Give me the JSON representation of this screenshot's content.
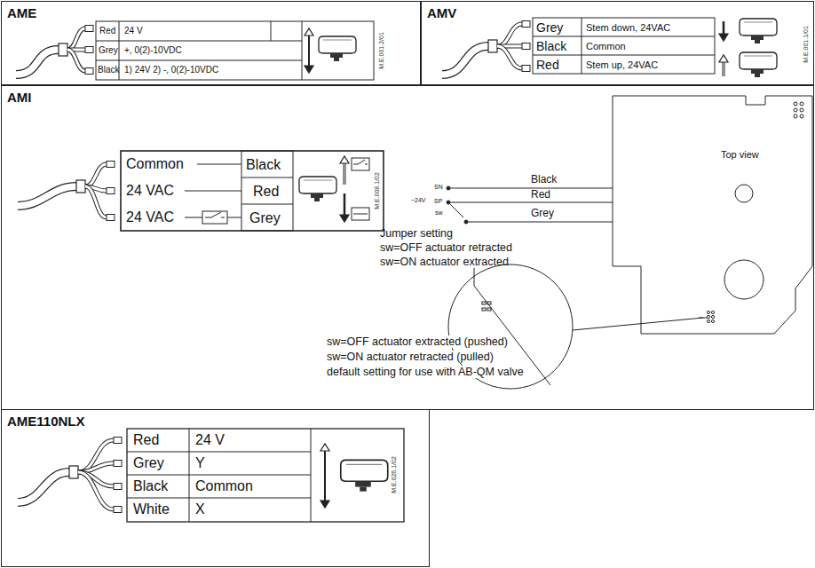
{
  "diagram": {
    "nodes": [
      {
        "text": [
          "AME"
        ]
      },
      {
        "text": [
          "AMV"
        ]
      },
      {
        "text": [
          "AMI"
        ]
      },
      {
        "text": [
          "AME110NLX"
        ]
      }
    ],
    "labels": [
      "Red",
      "24 V",
      "Grey",
      "+, 0(2)-10VDC",
      "Black",
      "1) 24V 2) -, 0(2)-10VDC",
      "M.E.001.2/01",
      "Grey",
      "Stem down, 24VAC",
      "Black",
      "Common",
      "Red",
      "Stem up, 24VAC",
      "M.E.001.1/01",
      "Common",
      "Black",
      "24 VAC",
      "Red",
      "24 VAC",
      "Grey",
      "M.E.008.1/02",
      "Black",
      "Red",
      "Grey",
      "SN",
      "SP",
      "~24V",
      "sw",
      "Jumper setting",
      "sw=OFF actuator retracted",
      "sw=ON actuator extracted",
      "Top view",
      "sw=OFF actuator extracted (pushed)",
      "sw=ON actuator retracted (pulled)",
      "default setting for use with AB-QM valve",
      "Red",
      "24 V",
      "Grey",
      "Y",
      "Black",
      "Common",
      "White",
      "X",
      "M.E.026.1/02"
    ]
  }
}
